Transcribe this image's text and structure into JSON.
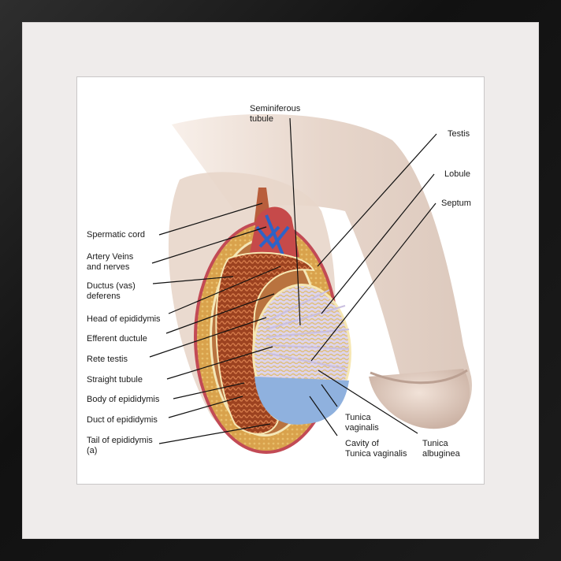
{
  "frame": {
    "frame_color": "#1c1c1c",
    "mat_color": "#efeceb",
    "artwork_bg": "#ffffff"
  },
  "diagram": {
    "subject": "Anatomy of the testis, epididymis and scrotum (cross-section)",
    "colors": {
      "skin": "#e3cfc2",
      "tunica_vaginalis_cavity": "#8fb1de",
      "lobules": "#ddd4ec",
      "tubules": "#e8c98a",
      "epididymis": "#b3552a",
      "scrotal_fat": "#d9a24c",
      "scrotal_edge": "#c24a55",
      "veins": "#2e63c7",
      "arteries": "#c52a2a"
    },
    "labels_left": [
      "Spermatic cord",
      "Artery Veins\nand nerves",
      "Ductus (vas)\ndeferens",
      "Head of epididymis",
      "Efferent ductule",
      "Rete testis",
      "Straight tubule",
      "Body of epididymis",
      "Duct of epididymis",
      "Tail of epididymis\n(a)"
    ],
    "label_top": "Seminiferous\ntubule",
    "labels_right": [
      "Testis",
      "Lobule",
      "Septum"
    ],
    "labels_bottom": [
      "Tunica\nvaginalis",
      "Cavity of\nTunica vaginalis",
      "Tunica\nalbuginea"
    ]
  }
}
